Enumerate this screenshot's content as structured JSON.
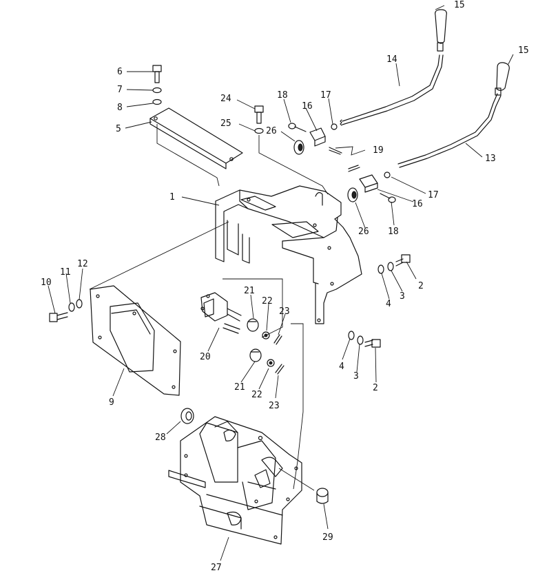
{
  "diagram": {
    "callouts": [
      {
        "id": "c1",
        "label": "1"
      },
      {
        "id": "c2a",
        "label": "2"
      },
      {
        "id": "c2b",
        "label": "2"
      },
      {
        "id": "c3a",
        "label": "3"
      },
      {
        "id": "c3b",
        "label": "3"
      },
      {
        "id": "c4a",
        "label": "4"
      },
      {
        "id": "c4b",
        "label": "4"
      },
      {
        "id": "c5",
        "label": "5"
      },
      {
        "id": "c6",
        "label": "6"
      },
      {
        "id": "c7",
        "label": "7"
      },
      {
        "id": "c8",
        "label": "8"
      },
      {
        "id": "c9",
        "label": "9"
      },
      {
        "id": "c10",
        "label": "10"
      },
      {
        "id": "c11",
        "label": "11"
      },
      {
        "id": "c12",
        "label": "12"
      },
      {
        "id": "c13",
        "label": "13"
      },
      {
        "id": "c14",
        "label": "14"
      },
      {
        "id": "c15a",
        "label": "15"
      },
      {
        "id": "c15b",
        "label": "15"
      },
      {
        "id": "c16a",
        "label": "16"
      },
      {
        "id": "c16b",
        "label": "16"
      },
      {
        "id": "c17a",
        "label": "17"
      },
      {
        "id": "c17b",
        "label": "17"
      },
      {
        "id": "c18a",
        "label": "18"
      },
      {
        "id": "c18b",
        "label": "18"
      },
      {
        "id": "c19",
        "label": "19"
      },
      {
        "id": "c20",
        "label": "20"
      },
      {
        "id": "c21a",
        "label": "21"
      },
      {
        "id": "c21b",
        "label": "21"
      },
      {
        "id": "c22a",
        "label": "22"
      },
      {
        "id": "c22b",
        "label": "22"
      },
      {
        "id": "c23a",
        "label": "23"
      },
      {
        "id": "c23b",
        "label": "23"
      },
      {
        "id": "c24",
        "label": "24"
      },
      {
        "id": "c25",
        "label": "25"
      },
      {
        "id": "c26a",
        "label": "26"
      },
      {
        "id": "c26b",
        "label": "26"
      },
      {
        "id": "c27",
        "label": "27"
      },
      {
        "id": "c28",
        "label": "28"
      },
      {
        "id": "c29",
        "label": "29"
      }
    ]
  }
}
